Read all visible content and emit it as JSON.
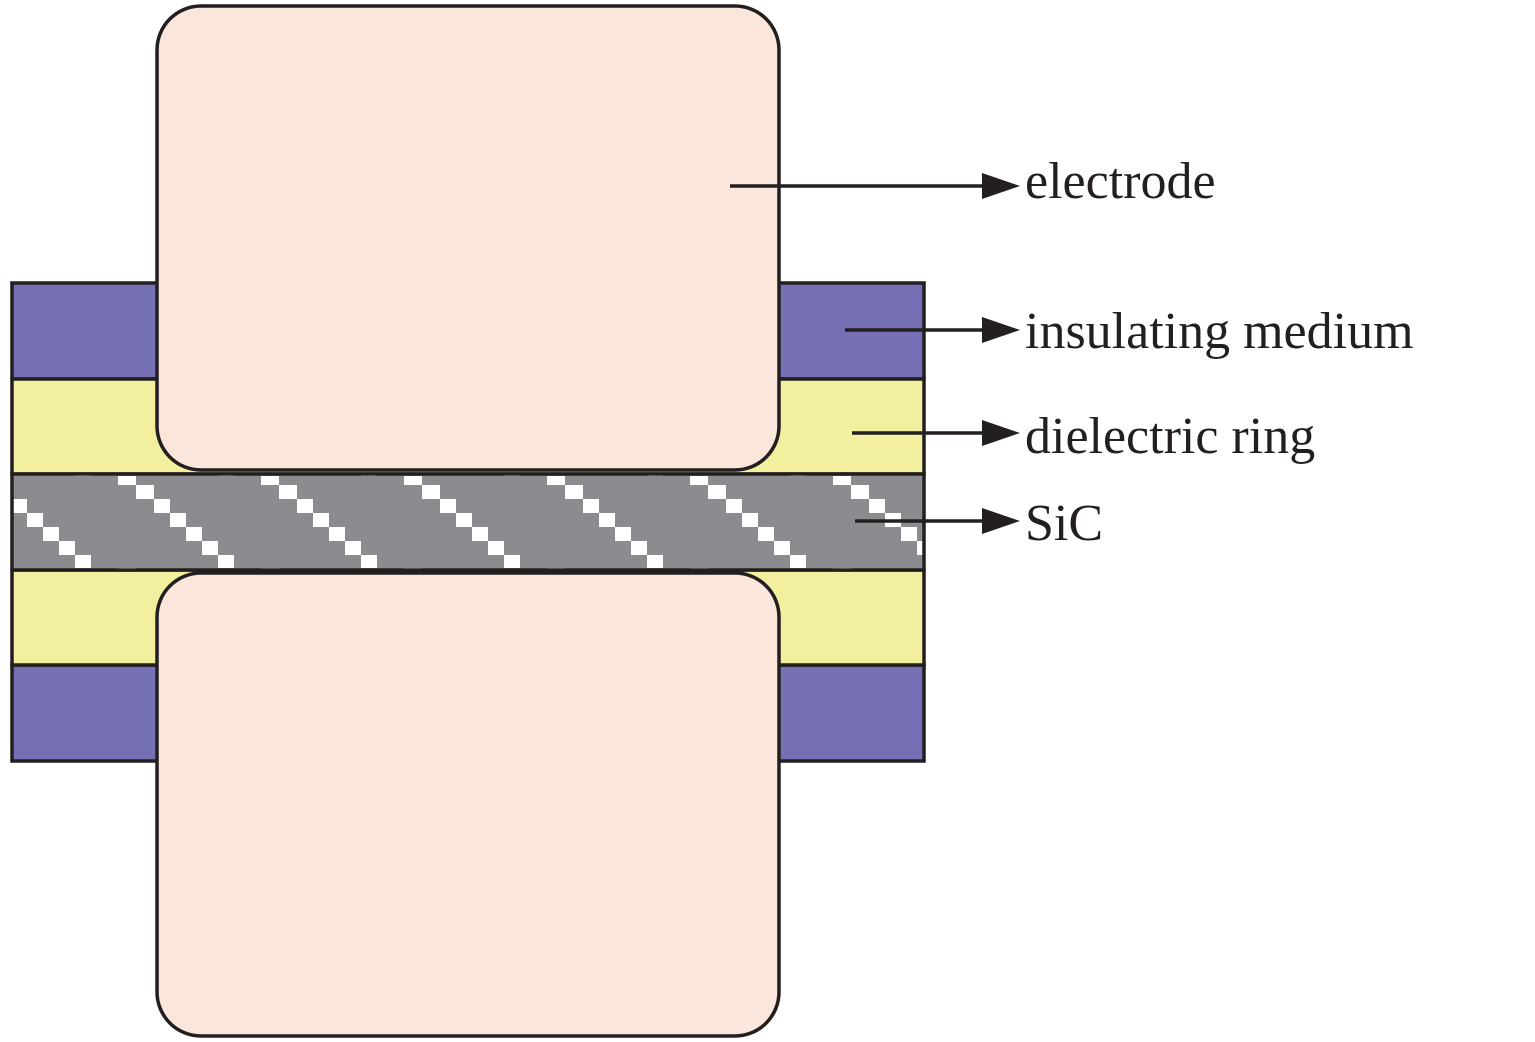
{
  "colors": {
    "electrode": "#fae6da",
    "insulating_medium": "#7570b3",
    "dielectric_ring": "#f2ef9e",
    "sic": "#8c8c90",
    "sic_pattern": "#ffffff",
    "outline": "#231f20"
  },
  "labels": {
    "electrode": "electrode",
    "insulating_medium": "insulating medium",
    "dielectric_ring": "dielectric ring",
    "sic": "SiC"
  }
}
